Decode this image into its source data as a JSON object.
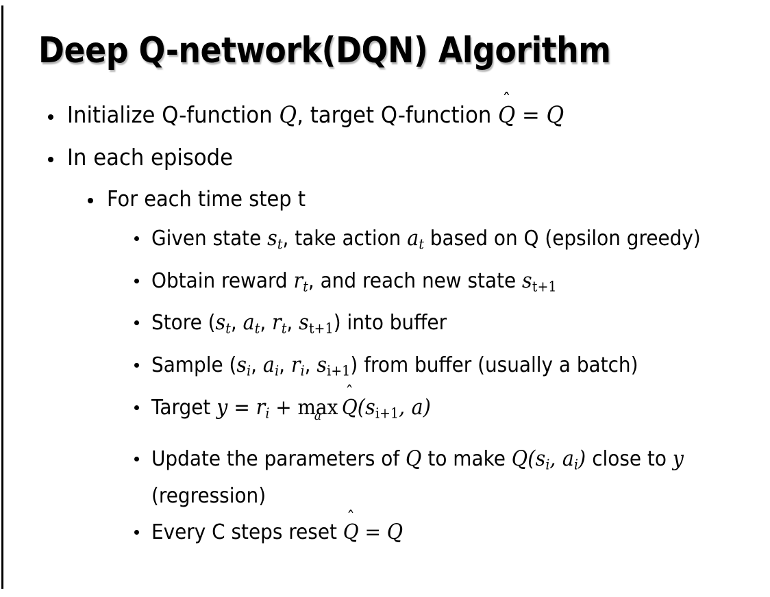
{
  "slide": {
    "title": "Deep Q-network(DQN) Algorithm",
    "background_color": "#ffffff",
    "text_color": "#000000",
    "left_rule_color": "#000000"
  },
  "bullets": {
    "initialize": {
      "pre": "Initialize Q-function ",
      "var_q": "Q",
      "mid": ", target Q-function ",
      "qhat": "Q",
      "hat_glyph": "ˆ",
      "equals": " = ",
      "var_q2": "Q"
    },
    "in_each_episode": "In each episode",
    "for_each_time_step": "For each time step t",
    "given_state": {
      "pre": "Given state ",
      "s": "s",
      "s_sub": "t",
      "mid": ", take action ",
      "a": "a",
      "a_sub": "t",
      "post": " based on Q (epsilon greedy)"
    },
    "obtain_reward": {
      "pre": "Obtain reward ",
      "r": "r",
      "r_sub": "t",
      "mid": ", and reach new state ",
      "s": "s",
      "s_sub": "t+1"
    },
    "store": {
      "pre": "Store (",
      "s": "s",
      "s_sub": "t",
      "c1": ", ",
      "a": "a",
      "a_sub": "t",
      "c2": ", ",
      "r": "r",
      "r_sub": "t",
      "c3": ", ",
      "s2": "s",
      "s2_sub": "t+1",
      "post": ") into buffer"
    },
    "sample": {
      "pre": "Sample (",
      "s": "s",
      "s_sub": "i",
      "c1": ", ",
      "a": "a",
      "a_sub": "i",
      "c2": ", ",
      "r": "r",
      "r_sub": "i",
      "c3": ", ",
      "s2": "s",
      "s2_sub": "i+1",
      "post": ") from buffer (usually a batch)"
    },
    "target": {
      "pre": "Target ",
      "y": "y",
      "equals": " = ",
      "r": "r",
      "r_sub": "i",
      "plus": " + ",
      "max_op": "max",
      "max_under": "a",
      "qhat": "Q",
      "hat_glyph": "ˆ",
      "open": "(",
      "s": "s",
      "s_sub": "i+1",
      "comma": ", ",
      "a": "a",
      "close": ")"
    },
    "update": {
      "pre": "Update the parameters of ",
      "q1": "Q",
      "mid": " to make ",
      "q2": "Q",
      "open": "(",
      "s": "s",
      "s_sub": "i",
      "comma": ", ",
      "a": "a",
      "a_sub": "i",
      "close": ")",
      "post": " close to ",
      "y": "y",
      "tail": " (regression)"
    },
    "every_c_steps": {
      "pre": "Every C steps reset ",
      "qhat": "Q",
      "hat_glyph": "ˆ",
      "equals": " = ",
      "q": "Q"
    }
  }
}
